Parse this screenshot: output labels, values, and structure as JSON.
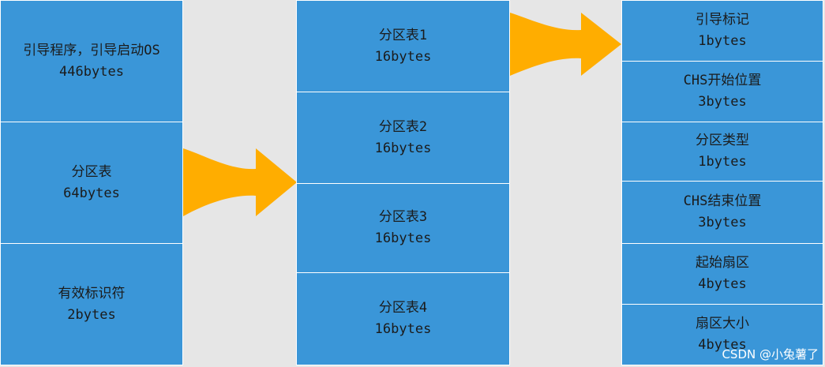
{
  "mbr": {
    "blocks": [
      {
        "label": "引导程序，引导启动OS",
        "size": "446bytes"
      },
      {
        "label": "分区表",
        "size": "64bytes"
      },
      {
        "label": "有效标识符",
        "size": "2bytes"
      }
    ]
  },
  "partition_table": {
    "blocks": [
      {
        "label": "分区表1",
        "size": "16bytes"
      },
      {
        "label": "分区表2",
        "size": "16bytes"
      },
      {
        "label": "分区表3",
        "size": "16bytes"
      },
      {
        "label": "分区表4",
        "size": "16bytes"
      }
    ]
  },
  "partition_entry": {
    "blocks": [
      {
        "label": "引导标记",
        "size": "1bytes"
      },
      {
        "label": "CHS开始位置",
        "size": "3bytes"
      },
      {
        "label": "分区类型",
        "size": "1bytes"
      },
      {
        "label": "CHS结束位置",
        "size": "3bytes"
      },
      {
        "label": "起始扇区",
        "size": "4bytes"
      },
      {
        "label": "扇区大小",
        "size": "4bytes"
      }
    ]
  },
  "colors": {
    "block": "#3a96d8",
    "arrow": "#ffad00",
    "background": "#e6e6e6"
  },
  "watermark": "CSDN @小兔薯了"
}
